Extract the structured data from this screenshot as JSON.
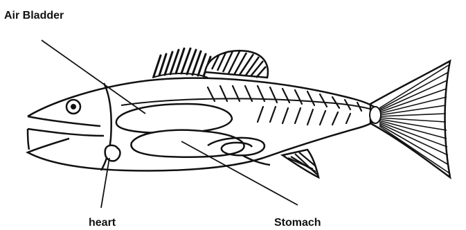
{
  "labels": {
    "air_bladder": "Air Bladder",
    "heart": "heart",
    "stomach": "Stomach"
  },
  "colors": {
    "ink": "#111111",
    "background": "#ffffff"
  }
}
